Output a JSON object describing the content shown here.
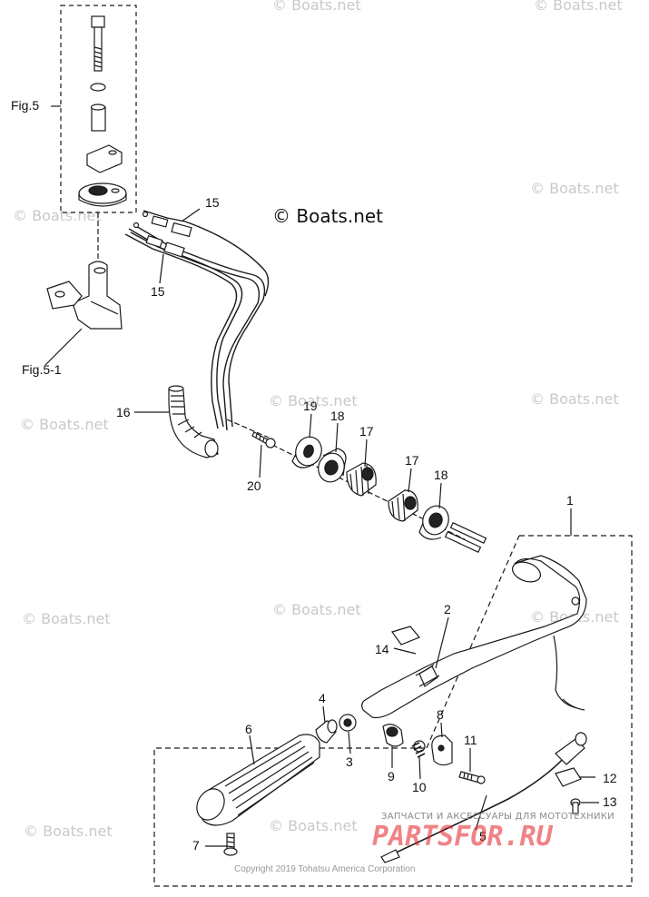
{
  "watermark_text": "© Boats.net",
  "brand_label": "© Boats.net",
  "fig_labels": {
    "fig5": "Fig.5",
    "fig51": "Fig.5-1"
  },
  "callouts": {
    "c1": "1",
    "c2": "2",
    "c3": "3",
    "c4": "4",
    "c5": "5",
    "c6": "6",
    "c7": "7",
    "c8": "8",
    "c9": "9",
    "c10": "10",
    "c11": "11",
    "c12": "12",
    "c13": "13",
    "c14": "14",
    "c15a": "15",
    "c15b": "15",
    "c16": "16",
    "c17a": "17",
    "c17b": "17",
    "c18a": "18",
    "c18b": "18",
    "c19": "19",
    "c20": "20"
  },
  "footer": "Copyright 2019 Tohatsu America Corporation",
  "shop_overlay": {
    "tagline": "ЗАПЧАСТИ И АКСЕССУАРЫ ДЛЯ МОТОТЕХНИКИ",
    "logo": "PARTSFOR.RU"
  },
  "colors": {
    "line": "#1a1a1a",
    "watermark": "#c9c9c9",
    "shop_red": "#e31e24"
  }
}
